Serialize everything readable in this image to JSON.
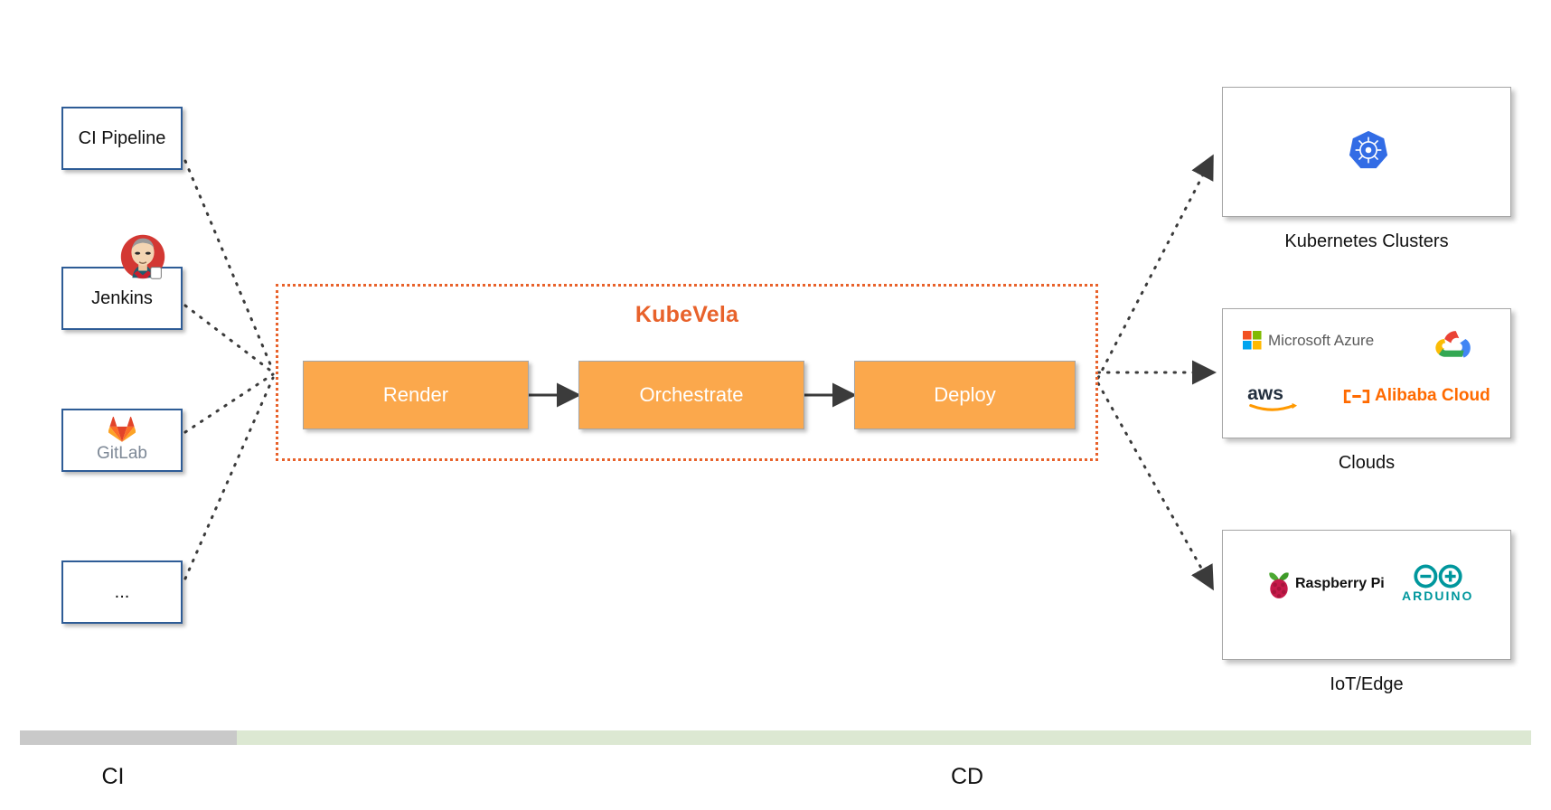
{
  "diagram": {
    "title": "KubeVela CI/CD pipeline overview",
    "accent_orange": "#E8622B",
    "stage_fill": "#FBA84C",
    "source_border": "#2E5C96"
  },
  "sources": [
    {
      "id": "ci-pipeline",
      "label": "CI Pipeline",
      "icon": "none"
    },
    {
      "id": "jenkins",
      "label": "Jenkins",
      "icon": "jenkins-butler-icon"
    },
    {
      "id": "gitlab",
      "label": "GitLab",
      "icon": "gitlab-tanuki-icon"
    },
    {
      "id": "ellipsis",
      "label": "...",
      "icon": "none"
    }
  ],
  "kubevela": {
    "title": "KubeVela",
    "stages": [
      {
        "id": "render",
        "label": "Render"
      },
      {
        "id": "orchestrate",
        "label": "Orchestrate"
      },
      {
        "id": "deploy",
        "label": "Deploy"
      }
    ]
  },
  "targets": [
    {
      "id": "k8s",
      "label": "Kubernetes Clusters",
      "logos": [
        {
          "name": "kubernetes-icon",
          "text": ""
        }
      ]
    },
    {
      "id": "clouds",
      "label": "Clouds",
      "logos": [
        {
          "name": "microsoft-azure-icon",
          "text": "Microsoft Azure"
        },
        {
          "name": "google-cloud-icon",
          "text": ""
        },
        {
          "name": "aws-icon",
          "text": "aws"
        },
        {
          "name": "alibaba-cloud-icon",
          "text": "Alibaba Cloud"
        }
      ]
    },
    {
      "id": "iot-edge",
      "label": "IoT/Edge",
      "logos": [
        {
          "name": "raspberry-pi-icon",
          "text": "Raspberry Pi"
        },
        {
          "name": "arduino-icon",
          "text": "ARDUINO"
        }
      ]
    }
  ],
  "timeline": {
    "ci_label": "CI",
    "cd_label": "CD",
    "ci_color": "#C9C9C9",
    "cd_color": "#DCE8D2"
  }
}
